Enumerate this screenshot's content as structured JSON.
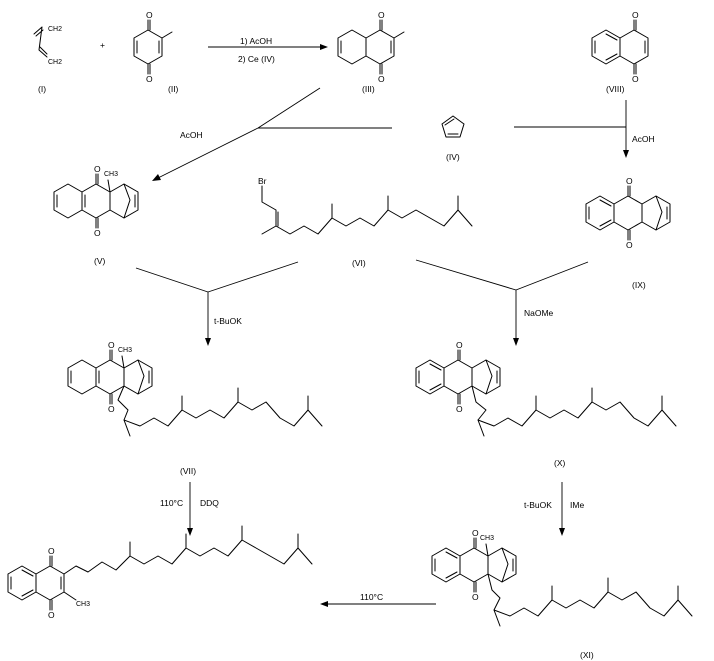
{
  "compounds": {
    "I": "(I)",
    "II": "(II)",
    "III": "(III)",
    "IV": "(IV)",
    "V": "(V)",
    "VI": "(VI)",
    "VII": "(VII)",
    "VIII": "(VIII)",
    "IX": "(IX)",
    "X": "(X)",
    "XI": "(XI)"
  },
  "atoms": {
    "O": "O",
    "CH3": "CH3",
    "CH2": "CH2",
    "Br": "Br"
  },
  "reagents": {
    "step1a": "1) AcOH",
    "step1b": "2) Ce (IV)",
    "acoh_left": "AcOH",
    "acoh_right": "AcOH",
    "tbuok_left": "t-BuOK",
    "naome": "NaOMe",
    "tbuok_right": "t-BuOK",
    "mei": "IMe",
    "heat_left": "110°C",
    "ddq": "DDQ",
    "heat_bottom": "110°C"
  }
}
